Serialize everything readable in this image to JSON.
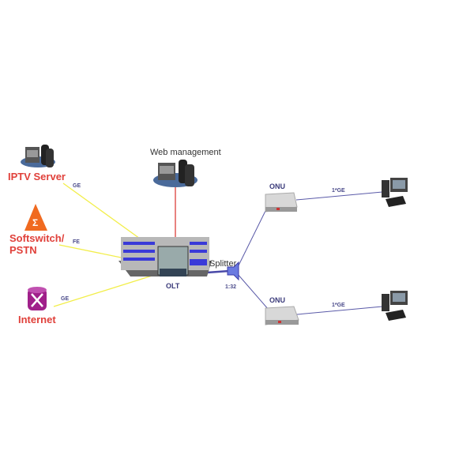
{
  "nodes": {
    "iptv": "IPTV Server",
    "softswitch": [
      "Softswitch/",
      "PSTN"
    ],
    "internet": "Internet",
    "web": "Web management",
    "olt": "OLT",
    "splitter": "Splitter",
    "splitter_ratio": "1:32",
    "onu_top": "ONU",
    "onu_bottom": "ONU"
  },
  "links": {
    "iptv": "GE",
    "softswitch": "FE",
    "internet": "GE",
    "onu_top_pc": "1*GE",
    "onu_bottom_pc": "1*GE"
  },
  "colors": {
    "uplink": "#f2ee4a",
    "mgmt": "#d8302a",
    "fiber": "#5a5aa8",
    "label": "#e0403a"
  }
}
